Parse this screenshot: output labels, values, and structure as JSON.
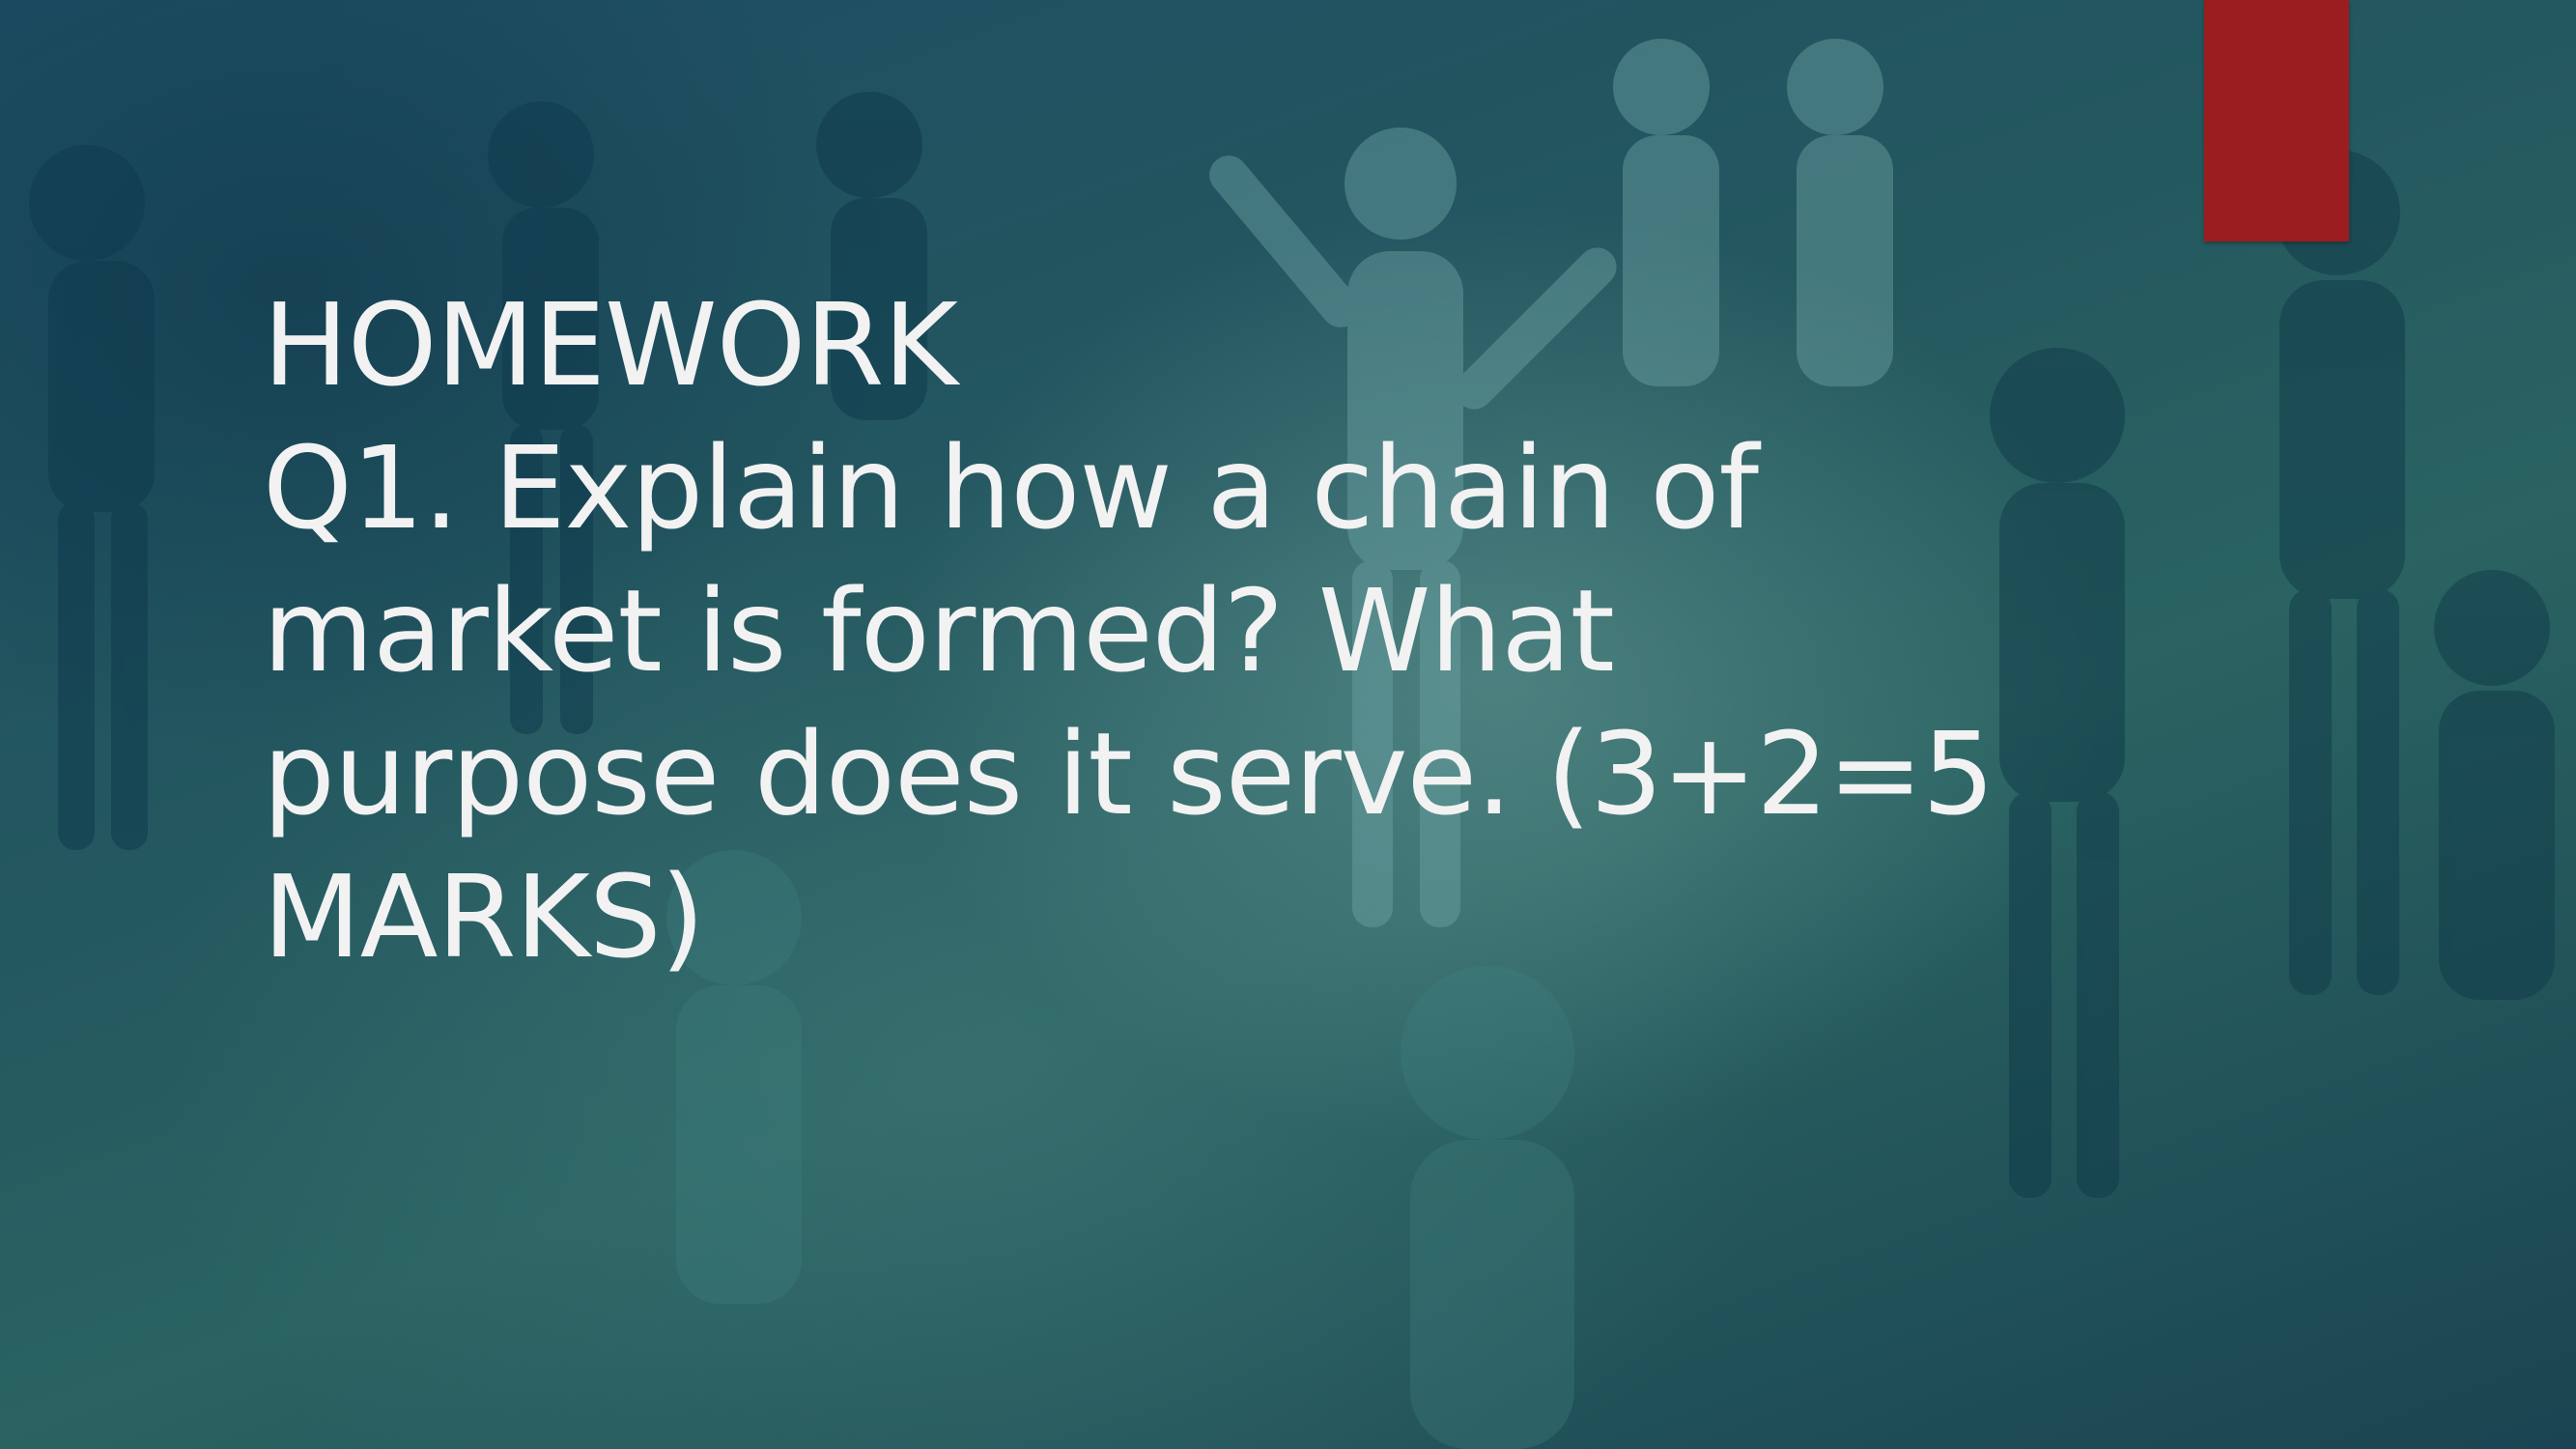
{
  "slide": {
    "heading": "HOMEWORK",
    "question_lines": [
      "Q1. Explain how a chain of",
      "market is formed? What",
      "purpose does it serve. (3+2=5",
      "MARKS)"
    ]
  },
  "colors": {
    "accent": "#9b1d1f",
    "text": "#f2f2f2",
    "background": "#1d4d63"
  }
}
